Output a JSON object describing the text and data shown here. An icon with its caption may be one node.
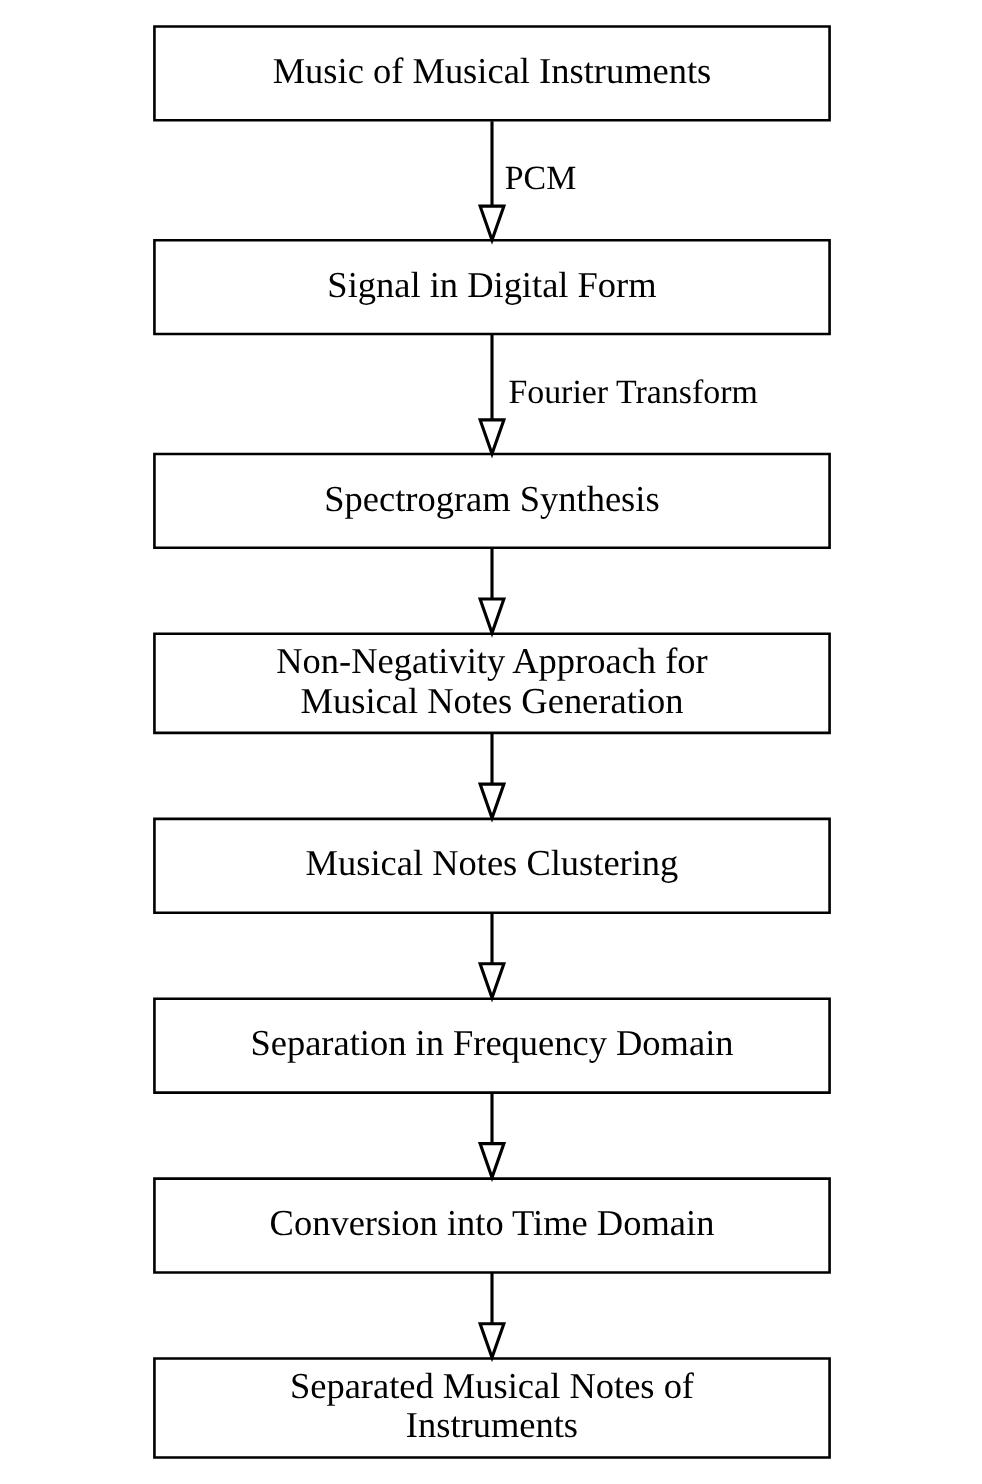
{
  "diagram": {
    "nodes": [
      {
        "text": [
          "Music of Musical Instruments"
        ]
      },
      {
        "text": [
          "Signal in Digital Form"
        ]
      },
      {
        "text": [
          "Spectrogram Synthesis"
        ]
      },
      {
        "text": [
          "Non-Negativity Approach for Musical Notes Generation"
        ]
      },
      {
        "text": [
          "Musical Notes Clustering"
        ]
      },
      {
        "text": [
          "Separation in Frequency Domain"
        ]
      },
      {
        "text": [
          "Conversion into Time Domain"
        ]
      },
      {
        "text": [
          "Separated Musical Notes of Instruments"
        ]
      }
    ],
    "edges": [
      {
        "from": 0,
        "to": 1,
        "arrow": "to",
        "label": "PCM"
      },
      {
        "from": 1,
        "to": 2,
        "arrow": "to",
        "label": "Fourier Transform"
      },
      {
        "from": 2,
        "to": 3,
        "arrow": "to"
      },
      {
        "from": 3,
        "to": 4,
        "arrow": "to"
      },
      {
        "from": 4,
        "to": 5,
        "arrow": "to"
      },
      {
        "from": 5,
        "to": 6,
        "arrow": "to"
      },
      {
        "from": 6,
        "to": 7,
        "arrow": "to"
      }
    ]
  }
}
